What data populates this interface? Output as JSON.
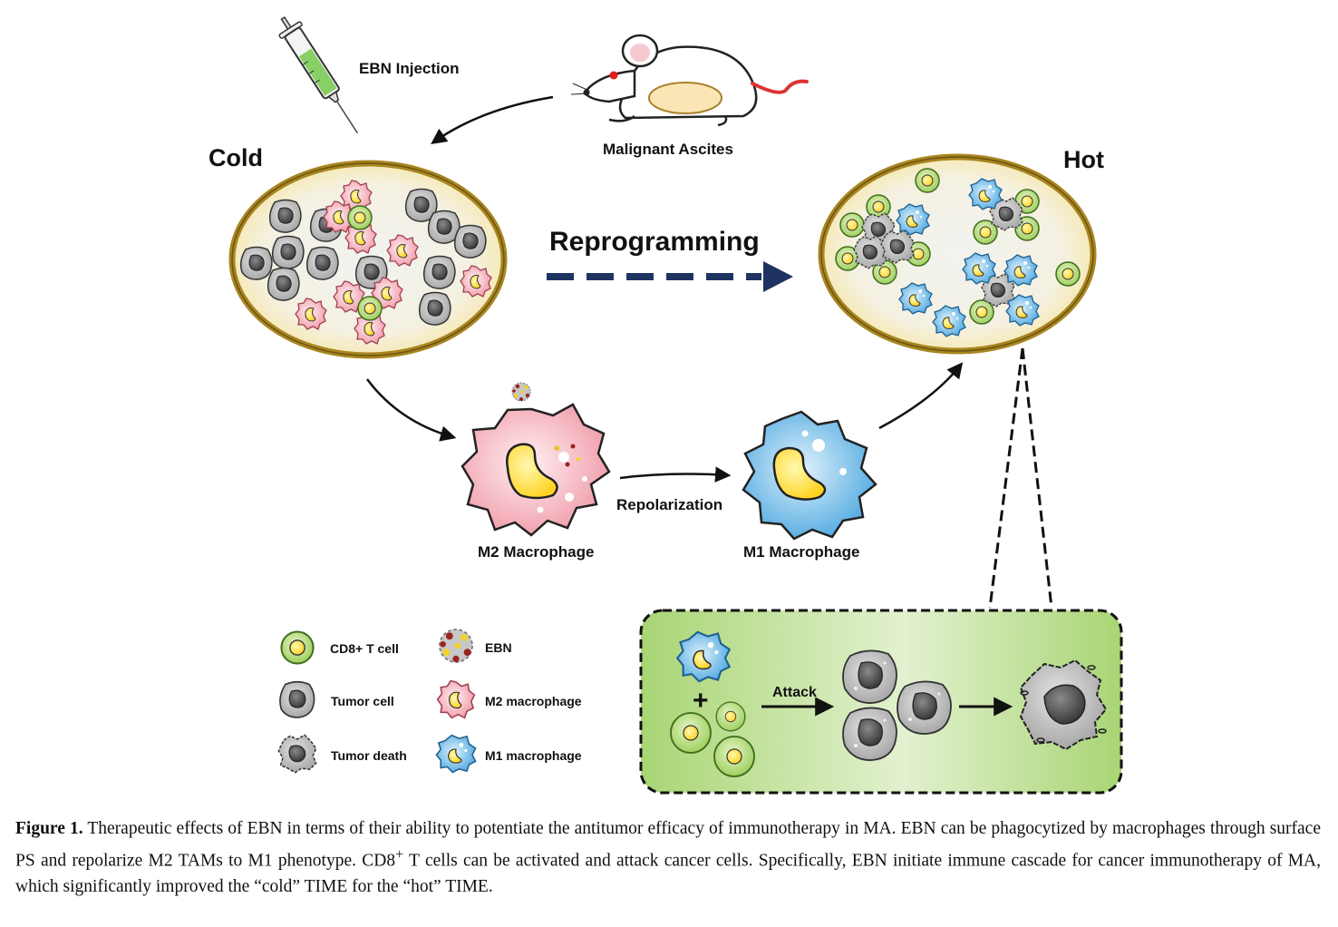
{
  "labels": {
    "injection": "EBN Injection",
    "ascites": "Malignant Ascites",
    "cold": "Cold",
    "hot": "Hot",
    "reprogramming": "Reprogramming",
    "repolarization": "Repolarization",
    "m2": "M2 Macrophage",
    "m1": "M1 Macrophage",
    "attack": "Attack",
    "plus": "+"
  },
  "legend": [
    {
      "icon": "cd8-t-cell-icon",
      "label": "CD8+ T cell"
    },
    {
      "icon": "ebn-icon",
      "label": "EBN"
    },
    {
      "icon": "tumor-cell-icon",
      "label": "Tumor cell"
    },
    {
      "icon": "m2-macrophage-icon",
      "label": "M2 macrophage"
    },
    {
      "icon": "tumor-death-icon",
      "label": "Tumor death"
    },
    {
      "icon": "m1-macrophage-icon",
      "label": "M1 macrophage"
    }
  ],
  "caption": {
    "label": "Figure 1.",
    "text_before_sup": " Therapeutic effects of EBN in terms of their ability to potentiate the antitumor efficacy of immunotherapy in MA. EBN can be phagocytized by macrophages through surface PS and repolarize M2 TAMs to M1 phenotype. CD8",
    "sup": "+",
    "text_after_sup": " T cells can be activated and attack cancer cells. Specifically, EBN initiate immune cascade for cancer immunotherapy of MA, which significantly improved the “cold” TIME for the “hot” TIME."
  },
  "colors": {
    "oval_fill": "#fbf4d8",
    "oval_border": "#b08a26",
    "tcell_fill": "#a6d96a",
    "tumor_fill": "#b8b8b8",
    "m2_fill": "#f5b8c2",
    "m1_fill": "#7cc4ef",
    "nucleus_yellow": "#ffe84a",
    "arrow_navy": "#1f3361",
    "panel_green": "#b4db84"
  }
}
